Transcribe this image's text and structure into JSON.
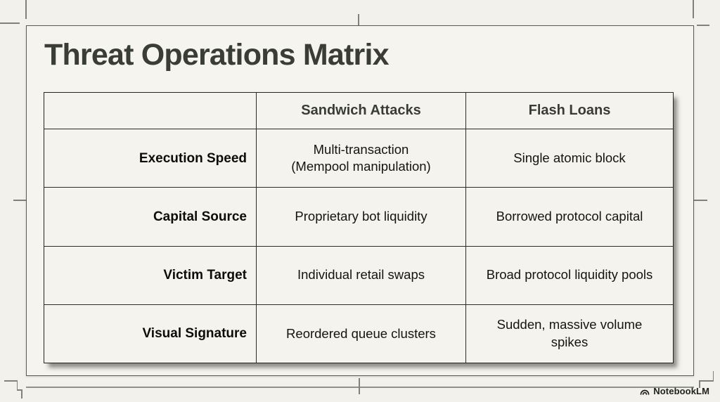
{
  "slide": {
    "title": "Threat Operations Matrix"
  },
  "table": {
    "corner_header": "",
    "column_headers": [
      "Sandwich Attacks",
      "Flash Loans"
    ],
    "rows": [
      {
        "label": "Execution Speed",
        "sandwich_attacks": "Multi-transaction\n(Mempool manipulation)",
        "flash_loans": "Single atomic block"
      },
      {
        "label": "Capital Source",
        "sandwich_attacks": "Proprietary bot liquidity",
        "flash_loans": "Borrowed protocol capital"
      },
      {
        "label": "Victim Target",
        "sandwich_attacks": "Individual retail swaps",
        "flash_loans": "Broad protocol liquidity pools"
      },
      {
        "label": "Visual Signature",
        "sandwich_attacks": "Reordered queue clusters",
        "flash_loans": "Sudden, massive volume\nspikes"
      }
    ]
  },
  "branding": {
    "label": "NotebookLM"
  },
  "colors": {
    "paper": "#f2f1eb",
    "slide_background": "#f5f4ee",
    "table_border": "#25271f",
    "slide_border": "#5a5d55",
    "crop_mark": "#7f8278",
    "heading_ink": "#3a3d37",
    "body_ink": "#141411"
  }
}
